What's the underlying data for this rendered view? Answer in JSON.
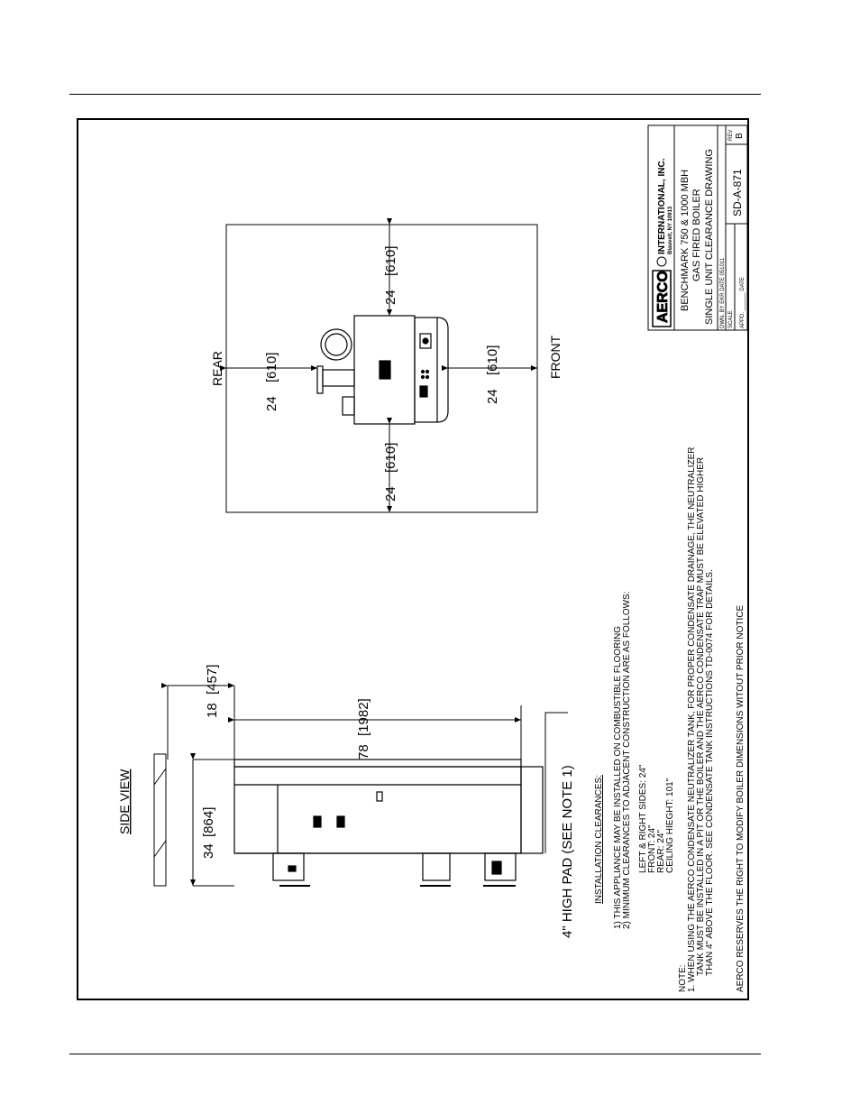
{
  "side_view": {
    "title": "SIDE VIEW",
    "dim_34": "34",
    "dim_864": "[864]",
    "dim_78": "78",
    "dim_1982": "[1982]",
    "dim_18": "18",
    "dim_457": "[457]",
    "pad_note": "4\" HIGH PAD (SEE NOTE 1)"
  },
  "installation": {
    "heading": "INSTALLATION CLEARANCES:",
    "line1": "1) THIS APPLIANCE MAY BE INSTALLED ON COMBUSTIBLE FLOORING",
    "line2": "2) MINIMUM CLEARANCES TO ADJACENT CONSTRUCTION ARE AS FOLLOWS:",
    "sides": "LEFT & RIGHT SIDES: 24\"",
    "front": "FRONT: 24\"",
    "rear": "REAR: 24\"",
    "ceiling": "CEILING HIEGHT: 101\""
  },
  "note": {
    "label": "NOTE:",
    "l1": "1.  WHEN USING THE AERCO CONDENSATE NEUTRALIZER TANK, FOR PROPER CONDENSATE DRAINAGE, THE NEUTRALIZER",
    "l2": "TANK MUST BE INSTALLED IN A PIT OR THE BOILER AND THE AERCO CONDENSATE TRAP MUST BE ELEVATED HIGHER",
    "l3": "THAN 4\" ABOVE THE FLOOR. SEE CONDENSATE TANK INSTRUCTIONS TD-0074 FOR DETAILS.",
    "reserve": "AERCO RESERVES THE RIGHT TO MODIFY BOILER DIMENSIONS WITOUT PRIOR NOTICE"
  },
  "top_view": {
    "rear": "REAR",
    "front": "FRONT",
    "d_rear_in": "24",
    "d_rear_mm": "[610]",
    "d_front_in": "24",
    "d_front_mm": "[610]",
    "d_left_in": "24",
    "d_left_mm": "[610]",
    "d_right_in": "24",
    "d_right_mm": "[610]"
  },
  "title_block": {
    "logo": "AERCO",
    "company": "INTERNATIONAL, INC.",
    "address": "Blauvelt, NY 10913",
    "t1": "BENCHMARK 750 & 1000 MBH",
    "t2": "GAS FIRED BOILER",
    "t3": "SINGLE UNIT CLEARANCE DRAWING",
    "dwn": "DWN. BY  EKR  DATE  051011",
    "scale": "SCALE",
    "appd": "APPD.  ______  DATE",
    "dwg_no": "SD-A-871",
    "rev_label": "REV",
    "rev": "B"
  }
}
